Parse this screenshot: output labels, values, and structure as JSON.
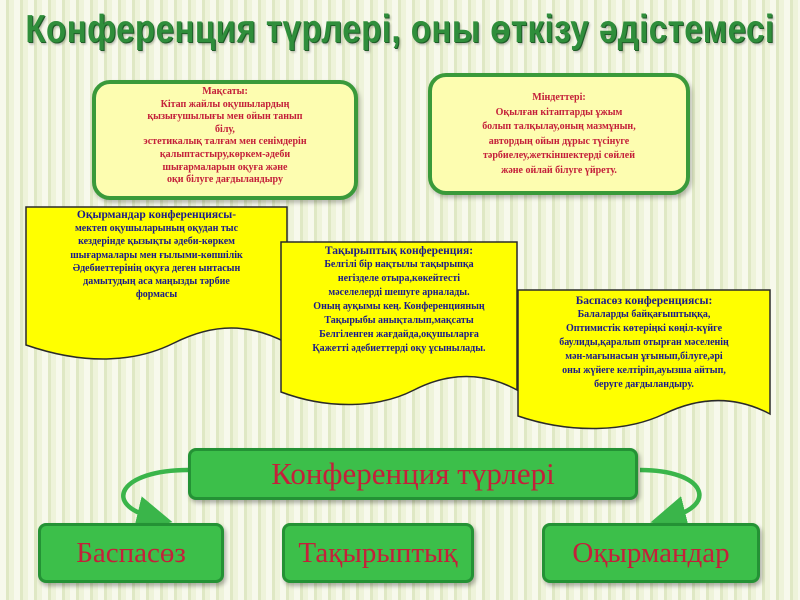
{
  "title": "Конференция түрлері, оны өткізу әдістемесі",
  "goals": {
    "heading": "Мақсаты:",
    "lines": [
      "Кітап жайлы оқушылардың",
      "қызығушылығы мен ойын танып",
      "білу,",
      "эстетикалық талғам мен сенімдерін",
      "қалыптастыру,көркем-әдеби",
      "шығармаларын оқуға  және",
      "оқи білуге дағдыландыру"
    ]
  },
  "tasks": {
    "heading": "Міндеттері:",
    "lines": [
      "Оқылған кітаптарды ұжым",
      "болып талқылау,оның мазмұнын,",
      "автордың ойын  дұрыс түсінуге",
      "тәрбиелеу,жеткіншектерді сөйлей",
      "және ойлай білуге үйрету."
    ]
  },
  "readers_conf": {
    "heading": "Оқырмандар конференциясы-",
    "lines": [
      "мектеп оқушыларының оқудан тыс",
      "кездерінде қызықты әдеби-көркем",
      "шығармалары мен ғылыми-көпшілік",
      "Әдебиеттерінің оқуға деген ынтасын",
      "дамытудың аса маңызды тәрбие",
      "формасы"
    ]
  },
  "thematic_conf": {
    "heading": "Тақырыптық конференция:",
    "lines": [
      "Белгілі бір нақтылы тақырыпқа",
      "негізделе отыра,көкейтесті",
      "мәселелерді шешуге арналады.",
      "Оның ауқымы кең. Конференцияның",
      "Тақырыбы анықталып,мақсаты",
      "Белгіленген жағдайда,оқушыларға",
      "Қажетті әдебиеттерді оқу ұсынылады."
    ]
  },
  "press_conf": {
    "heading": "Баспасөз конференциясы:",
    "lines": [
      "Балаларды байқағыштыққа,",
      "Оптимистік көтеріңкі көңіл-күйге",
      "баулиды,қаралып отырған мәселенің",
      "мән-мағынасын ұғынып,білуге,әрі",
      "оны жүйеге келтіріп,ауызша айтып,",
      "беруге дағдыландыру."
    ]
  },
  "types": {
    "main": "Конференция түрлері",
    "items": [
      "Баспасөз",
      "Тақырыптық",
      "Оқырмандар"
    ]
  },
  "colors": {
    "title_green": "#2f8e3b",
    "box_yellow": "#fdfdb0",
    "wave_yellow": "#ffff00",
    "text_red": "#c4203a",
    "text_blue": "#1b1b8a",
    "button_green": "#3cbf4a"
  }
}
